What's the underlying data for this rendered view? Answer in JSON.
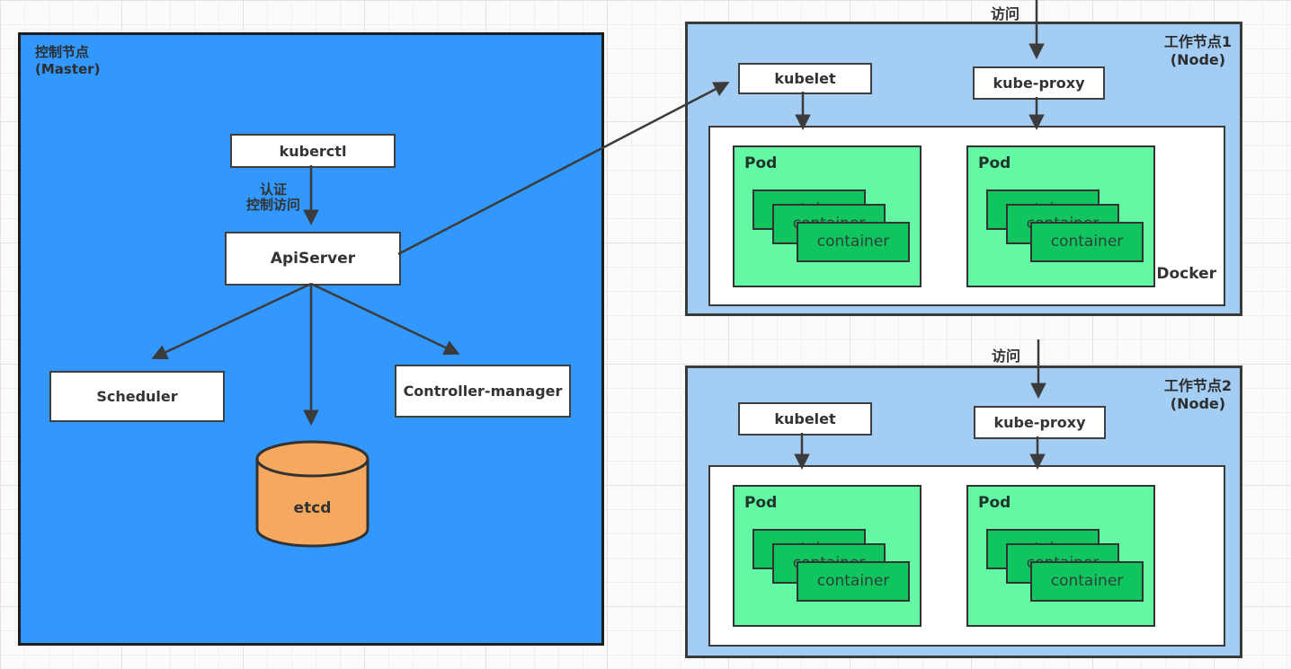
{
  "master": {
    "title": "控制节点",
    "subtitle": "(Master)",
    "kuberctl_label": "kuberctl",
    "auth_line1": "认证",
    "auth_line2": "控制访问",
    "apiserver_label": "ApiServer",
    "scheduler_label": "Scheduler",
    "controller_manager_label": "Controller-manager",
    "etcd_label": "etcd"
  },
  "nodes": [
    {
      "title": "工作节点1",
      "subtitle": "(Node)",
      "access_label": "访问",
      "kubelet_label": "kubelet",
      "kube_proxy_label": "kube-proxy",
      "docker_label": "Docker",
      "pods": [
        {
          "label": "Pod",
          "containers": [
            "container",
            "container",
            "container"
          ]
        },
        {
          "label": "Pod",
          "containers": [
            "container",
            "container",
            "container"
          ]
        }
      ]
    },
    {
      "title": "工作节点2",
      "subtitle": "(Node)",
      "access_label": "访问",
      "kubelet_label": "kubelet",
      "kube_proxy_label": "kube-proxy",
      "pods": [
        {
          "label": "Pod",
          "containers": [
            "container",
            "container",
            "container"
          ]
        },
        {
          "label": "Pod",
          "containers": [
            "container",
            "container",
            "container"
          ]
        }
      ]
    }
  ],
  "colors": {
    "master_fill": "#3398fe",
    "node_fill": "#a4cdf4",
    "pod_fill": "#63f8a4",
    "container_fill": "#10c55e",
    "etcd_fill": "#f7a85f",
    "box_fill": "#ffffff",
    "stroke": "#3a3a3a"
  }
}
